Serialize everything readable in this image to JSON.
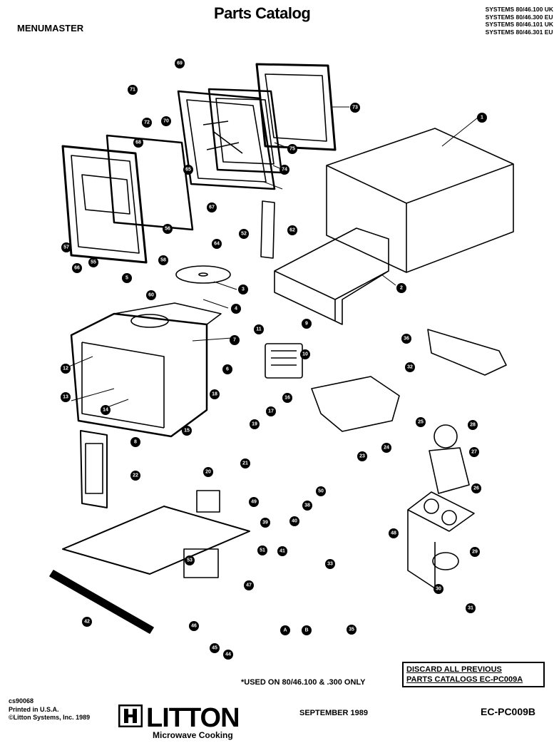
{
  "header": {
    "title": "Parts Catalog",
    "brand": "MENUMASTER",
    "systems": [
      "SYSTEMS 80/46.100 UK",
      "SYSTEMS 80/46.300 EU",
      "SYSTEMS 80/46.101 UK",
      "SYSTEMS 80/46.301 EU"
    ]
  },
  "callouts": [
    "1",
    "2",
    "3",
    "4",
    "5",
    "6",
    "7",
    "8",
    "9",
    "10",
    "11",
    "12",
    "13",
    "14",
    "15",
    "16",
    "17",
    "18",
    "19",
    "20",
    "21",
    "22",
    "23",
    "24",
    "25",
    "26",
    "27",
    "28",
    "29",
    "30",
    "31",
    "32",
    "33",
    "35",
    "36",
    "38",
    "39",
    "40",
    "41",
    "42",
    "44",
    "45",
    "46",
    "47",
    "48",
    "49",
    "50",
    "51",
    "52",
    "53",
    "55",
    "56",
    "57",
    "58",
    "60",
    "62",
    "64",
    "65",
    "66",
    "67",
    "68",
    "69",
    "70",
    "71",
    "72",
    "73",
    "74",
    "75",
    "A",
    "B"
  ],
  "notice": {
    "line1": "DISCARD ALL PREVIOUS",
    "line2": "PARTS CATALOGS EC-PC009A"
  },
  "used_note": "*USED ON 80/46.100 & .300 ONLY",
  "footer": {
    "code": "cs90068",
    "printed": "Printed in U.S.A.",
    "copyright": "©Litton Systems, Inc. 1989",
    "logo_word": "LITTON",
    "logo_sub": "Microwave Cooking",
    "date": "SEPTEMBER 1989",
    "catalog_no": "EC-PC009B"
  }
}
